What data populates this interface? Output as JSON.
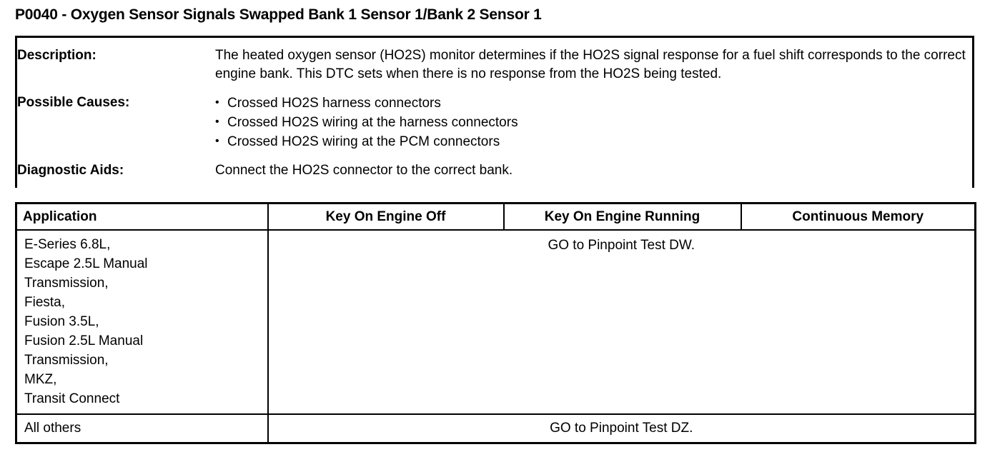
{
  "document": {
    "title": "P0040 - Oxygen Sensor Signals Swapped Bank 1 Sensor 1/Bank 2 Sensor 1"
  },
  "info": {
    "description_label": "Description:",
    "description_text": "The heated oxygen sensor (HO2S) monitor determines if the HO2S signal response for a fuel shift corresponds to the correct engine bank. This DTC sets when there is no response from the HO2S being tested.",
    "possible_causes_label": "Possible Causes:",
    "possible_causes": [
      "Crossed HO2S harness connectors",
      "Crossed HO2S wiring at the harness connectors",
      "Crossed HO2S wiring at the PCM connectors"
    ],
    "diagnostic_aids_label": "Diagnostic Aids:",
    "diagnostic_aids_text": "Connect the HO2S connector to the correct bank."
  },
  "table": {
    "headers": {
      "application": "Application",
      "key_on_engine_off": "Key On Engine Off",
      "key_on_engine_running": "Key On Engine Running",
      "continuous_memory": "Continuous Memory"
    },
    "rows": [
      {
        "application_lines": [
          "E-Series 6.8L,",
          "Escape 2.5L Manual",
          "Transmission,",
          "Fiesta,",
          "Fusion 3.5L,",
          "Fusion 2.5L Manual",
          "Transmission,",
          "MKZ,",
          "Transit Connect"
        ],
        "result": "GO to Pinpoint Test DW."
      },
      {
        "application_lines": [
          "All others"
        ],
        "result": "GO to Pinpoint Test DZ."
      }
    ]
  }
}
